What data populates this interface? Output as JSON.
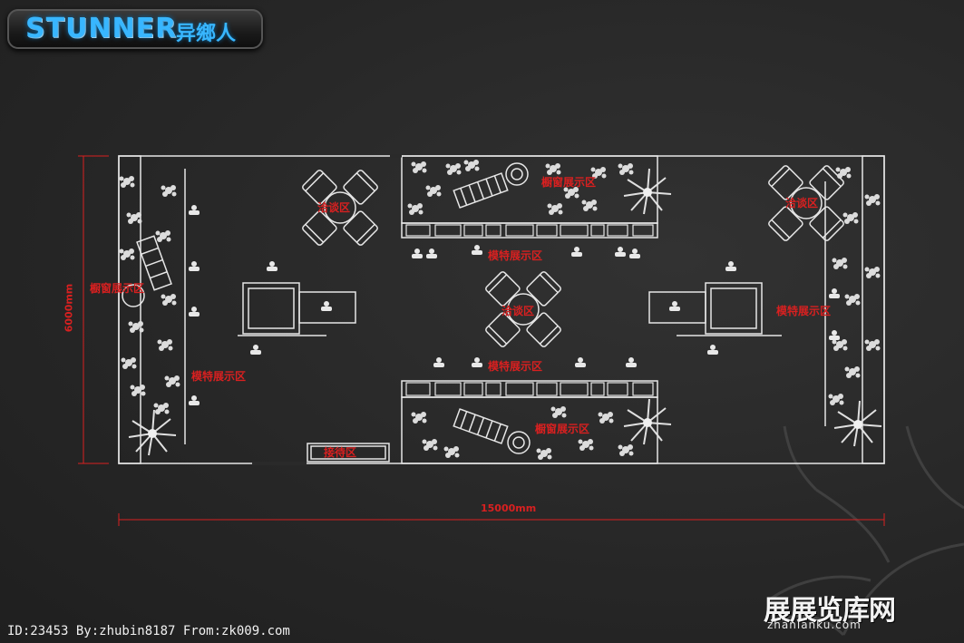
{
  "logo": {
    "latin": "STUNNER",
    "cjk": "异鄉人"
  },
  "dimensions": {
    "height": "6000mm",
    "width": "15000mm"
  },
  "zones": {
    "negotiation": "洽谈区",
    "window_display": "橱窗展示区",
    "model_display": "模特展示区",
    "reception": "接待区"
  },
  "watermark": {
    "text": "展展览库网",
    "url": "zhanlanku.com"
  },
  "footer": "ID:23453 By:zhubin8187 From:zk009.com",
  "colors": {
    "line": "#e6e6e6",
    "label": "#d82020",
    "background": "#2a2a2a"
  }
}
